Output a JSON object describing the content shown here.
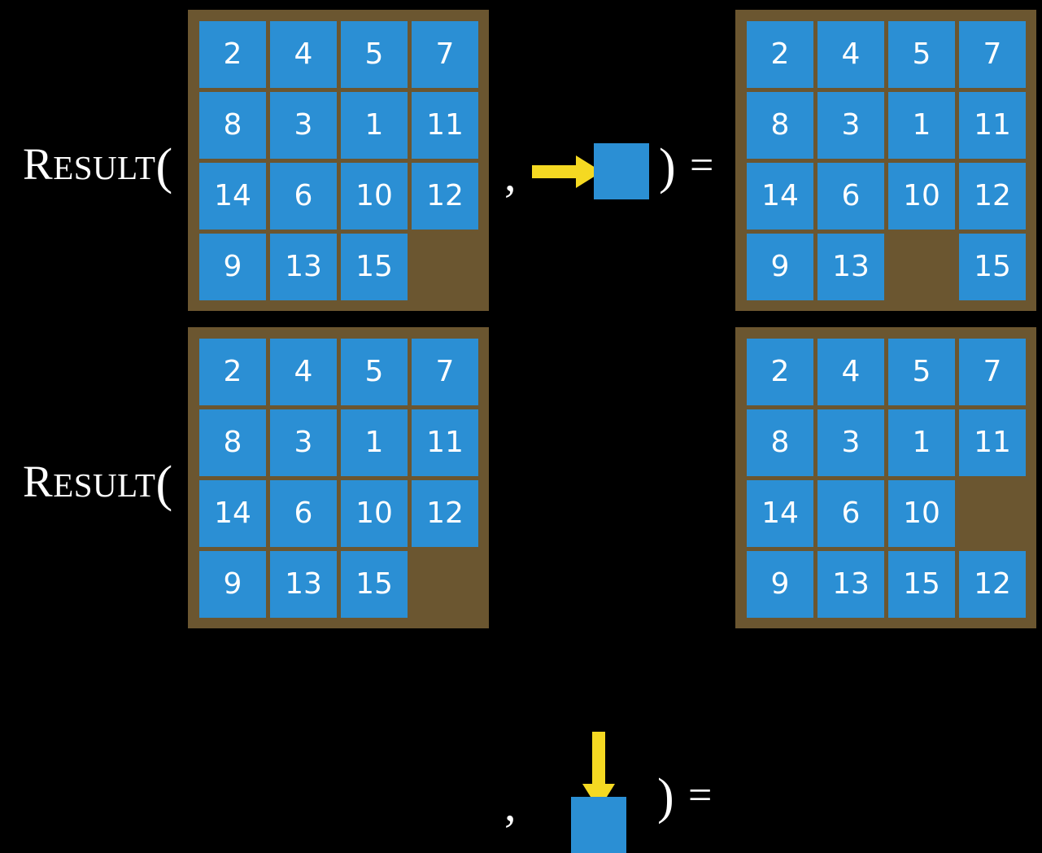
{
  "palette": {
    "background": "#000000",
    "board_brown": "#6b5630",
    "tile_blue": "#2b8fd4",
    "tile_text": "#ffffff",
    "arrow_yellow": "#f5d922",
    "label_text": "#ffffff"
  },
  "equations": [
    {
      "id": "equation-move-right",
      "label": {
        "cap": "R",
        "smallcaps": "ESULT",
        "paren": "("
      },
      "comma": ",",
      "close_paren": ")",
      "equals": "=",
      "operator": {
        "icon": "arrow-right-icon",
        "direction": "right",
        "tile_label": ""
      },
      "input_board": {
        "name": "input-board-row-1",
        "rows": 4,
        "cols": 4,
        "tiles": [
          [
            "2",
            "4",
            "5",
            "7"
          ],
          [
            "8",
            "3",
            "1",
            "11"
          ],
          [
            "14",
            "6",
            "10",
            "12"
          ],
          [
            "9",
            "13",
            "15",
            ""
          ]
        ]
      },
      "output_board": {
        "name": "output-board-row-1",
        "rows": 4,
        "cols": 4,
        "tiles": [
          [
            "2",
            "4",
            "5",
            "7"
          ],
          [
            "8",
            "3",
            "1",
            "11"
          ],
          [
            "14",
            "6",
            "10",
            "12"
          ],
          [
            "9",
            "13",
            "",
            "15"
          ]
        ]
      }
    },
    {
      "id": "equation-move-down",
      "label": {
        "cap": "R",
        "smallcaps": "ESULT",
        "paren": "("
      },
      "comma": ",",
      "close_paren": ")",
      "equals": "=",
      "operator": {
        "icon": "arrow-down-icon",
        "direction": "down",
        "tile_label": ""
      },
      "input_board": {
        "name": "input-board-row-2",
        "rows": 4,
        "cols": 4,
        "tiles": [
          [
            "2",
            "4",
            "5",
            "7"
          ],
          [
            "8",
            "3",
            "1",
            "11"
          ],
          [
            "14",
            "6",
            "10",
            "12"
          ],
          [
            "9",
            "13",
            "15",
            ""
          ]
        ]
      },
      "output_board": {
        "name": "output-board-row-2",
        "rows": 4,
        "cols": 4,
        "tiles": [
          [
            "2",
            "4",
            "5",
            "7"
          ],
          [
            "8",
            "3",
            "1",
            "11"
          ],
          [
            "14",
            "6",
            "10",
            ""
          ],
          [
            "9",
            "13",
            "15",
            "12"
          ]
        ]
      }
    }
  ]
}
